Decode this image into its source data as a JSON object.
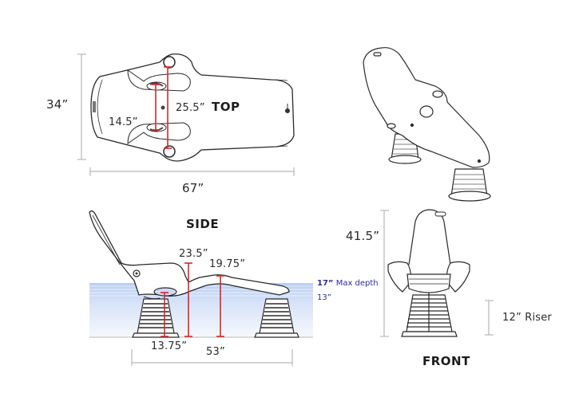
{
  "diagram": {
    "subject": "Pool lounge chair dimension drawing",
    "views": {
      "top": {
        "title": "TOP",
        "overall_width": "34”",
        "overall_length": "67”",
        "inner_span": "14.5”",
        "outer_span": "25.5”"
      },
      "isometric": {
        "title": ""
      },
      "side": {
        "title": "SIDE",
        "armrest_height": "23.5”",
        "leg_rest_height": "19.75”",
        "seat_height": "13.75”",
        "base_span": "53”",
        "water": {
          "max_depth_value": "17”",
          "max_depth_label": "Max depth",
          "min_depth_value": "13”"
        }
      },
      "front": {
        "title": "FRONT",
        "overall_height": "41.5”",
        "riser_label": "12” Riser"
      }
    },
    "colors": {
      "outline": "#2a2a2a",
      "dimension_line": "#b8b8b8",
      "measure_red": "#d62828",
      "water_top": "#b9cdf2",
      "water_bottom": "#f4f7fd",
      "water_label": "#2b2ba0"
    }
  }
}
